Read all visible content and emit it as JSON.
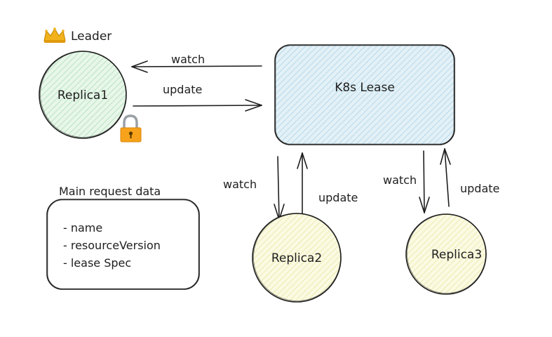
{
  "leader": {
    "label": "Leader",
    "crown_icon": "crown-icon",
    "lock_icon": "lock-icon"
  },
  "lease": {
    "label": "K8s Lease"
  },
  "replicas": [
    {
      "label": "Replica1"
    },
    {
      "label": "Replica2"
    },
    {
      "label": "Replica3"
    }
  ],
  "arrows": {
    "leader_watch": "watch",
    "leader_update": "update",
    "replica2_watch": "watch",
    "replica2_update": "update",
    "replica3_watch": "watch",
    "replica3_update": "update"
  },
  "request_box": {
    "title": "Main request data",
    "items": [
      "- name",
      "- resourceVersion",
      "- lease Spec"
    ]
  },
  "colors": {
    "leader_fill": "#d9f2dc",
    "lease_fill": "#cfe7f2",
    "follower_fill": "#f6f5cf",
    "stroke": "#1e1e1e",
    "crown": "#f2b21b",
    "lock_body": "#f7a21b",
    "lock_shackle": "#9aa1a6"
  }
}
